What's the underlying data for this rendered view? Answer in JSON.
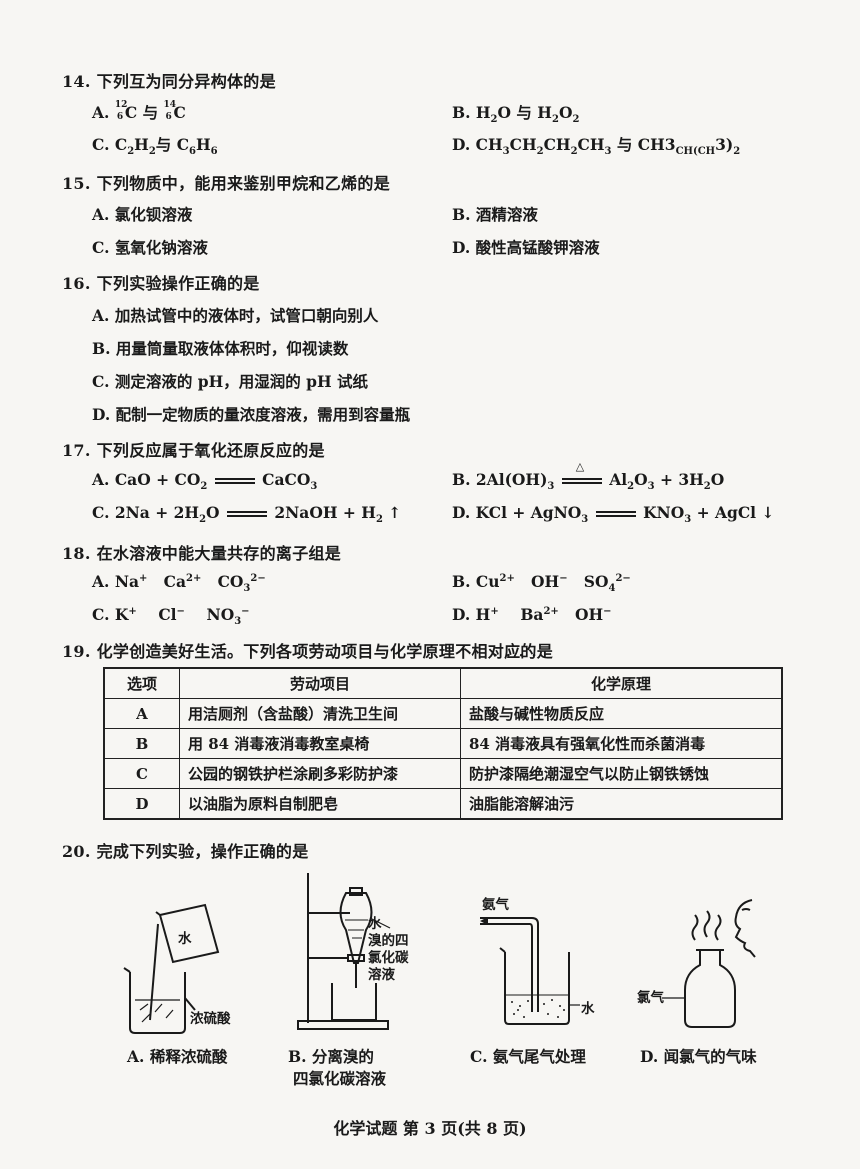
{
  "q14": {
    "stem": "14. 下列互为同分异构体的是",
    "a_prefix": "A. ",
    "a_mass1": "12",
    "a_num1": "6",
    "a_el1": "C",
    "a_mid": " 与 ",
    "a_mass2": "14",
    "a_num2": "6",
    "a_el2": "C",
    "b": [
      "B. H",
      "2",
      "O 与 H",
      "2",
      "O",
      "2"
    ],
    "c": [
      "C. C",
      "2",
      "H",
      "2",
      "与 C",
      "6",
      "H",
      "6"
    ],
    "d": [
      "D. CH",
      "3",
      "CH",
      "2",
      "CH",
      "2",
      "CH",
      "3",
      " 与 CH",
      "3",
      "CH(CH",
      "3",
      ")",
      "2"
    ]
  },
  "q15": {
    "stem": "15. 下列物质中，能用来鉴别甲烷和乙烯的是",
    "a": "A. 氯化钡溶液",
    "b": "B. 酒精溶液",
    "c": "C. 氢氧化钠溶液",
    "d": "D. 酸性高锰酸钾溶液"
  },
  "q16": {
    "stem": "16. 下列实验操作正确的是",
    "a": "A. 加热试管中的液体时，试管口朝向别人",
    "b": "B. 用量筒量取液体体积时，仰视读数",
    "c": "C. 测定溶液的 pH，用湿润的 pH 试纸",
    "d": "D. 配制一定物质的量浓度溶液，需用到容量瓶"
  },
  "q17": {
    "stem": "17. 下列反应属于氧化还原反应的是",
    "a_l": [
      "A. CaO + CO",
      "2"
    ],
    "a_r": "CaCO",
    "a_r_sub": "3",
    "b_l": [
      "B. 2Al(OH)",
      "3"
    ],
    "b_cond": "△",
    "b_r": [
      "Al",
      "2",
      "O",
      "3",
      " + 3H",
      "2",
      "O"
    ],
    "c_l": [
      "C. 2Na + 2H",
      "2",
      "O"
    ],
    "c_r": [
      "2NaOH + H",
      "2",
      " ↑"
    ],
    "d_l": [
      "D. KCl + AgNO",
      "3"
    ],
    "d_r": "KNO",
    "d_r_sub": "3",
    "d_r2": " + AgCl ↓"
  },
  "q18": {
    "stem": "18. 在水溶液中能大量共存的离子组是",
    "a": [
      "A. Na",
      "+",
      "Ca",
      "2+",
      "CO",
      "3",
      "2−"
    ],
    "b": [
      "B. Cu",
      "2+",
      "OH",
      "−",
      "SO",
      "4",
      "2−"
    ],
    "c": [
      "C. K",
      "+",
      "Cl",
      "−",
      "NO",
      "3",
      "−"
    ],
    "d": [
      "D. H",
      "+",
      "Ba",
      "2+",
      "OH",
      "−"
    ]
  },
  "q19": {
    "stem": "19. 化学创造美好生活。下列各项劳动项目与化学原理不相对应的是",
    "emph_dots": "····",
    "headers": [
      "选项",
      "劳动项目",
      "化学原理"
    ],
    "rows": [
      [
        "A",
        "用洁厕剂（含盐酸）清洗卫生间",
        "盐酸与碱性物质反应"
      ],
      [
        "B",
        "用 84 消毒液消毒教室桌椅",
        "84 消毒液具有强氧化性而杀菌消毒"
      ],
      [
        "C",
        "公园的钢铁护栏涂刷多彩防护漆",
        "防护漆隔绝潮湿空气以防止钢铁锈蚀"
      ],
      [
        "D",
        "以油脂为原料自制肥皂",
        "油脂能溶解油污"
      ]
    ]
  },
  "q20": {
    "stem": "20. 完成下列实验，操作正确的是",
    "fig_a": {
      "label_water": "水",
      "label_acid": "浓硫酸",
      "caption": "A. 稀释浓硫酸"
    },
    "fig_b": {
      "label_lines": [
        "水",
        "溴的四",
        "氯化碳",
        "溶液"
      ],
      "caption1": "B.    分离溴的",
      "caption2": "四氯化碳溶液"
    },
    "fig_c": {
      "label_gas": "氨气",
      "label_water": "水",
      "caption": "C. 氨气尾气处理"
    },
    "fig_d": {
      "label_gas": "氯气",
      "caption": "D. 闻氯气的气味"
    }
  },
  "footer": "化学试题   第 3 页(共 8 页)"
}
